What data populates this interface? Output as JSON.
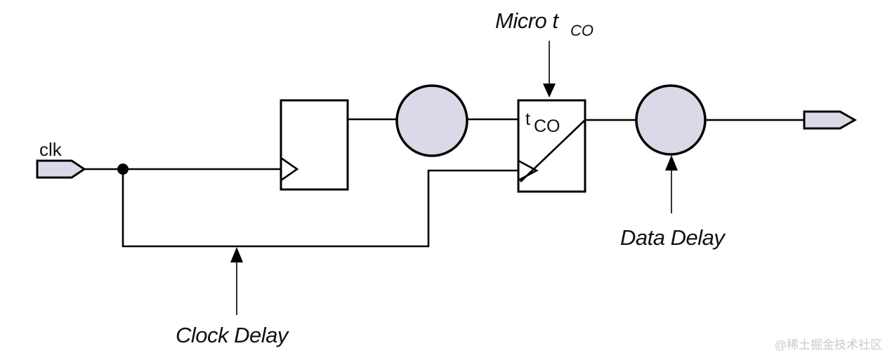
{
  "colors": {
    "node_fill": "#dbd9e8",
    "line": "#000000",
    "watermark": "#c9c9c9"
  },
  "labels": {
    "clk": "clk",
    "micro_tco_main": "Micro t",
    "micro_tco_sub": "CO",
    "register_t": "t",
    "register_t_sub": "CO",
    "data_delay": "Data Delay",
    "clock_delay": "Clock Delay"
  },
  "watermark": "@稀土掘金技术社区"
}
